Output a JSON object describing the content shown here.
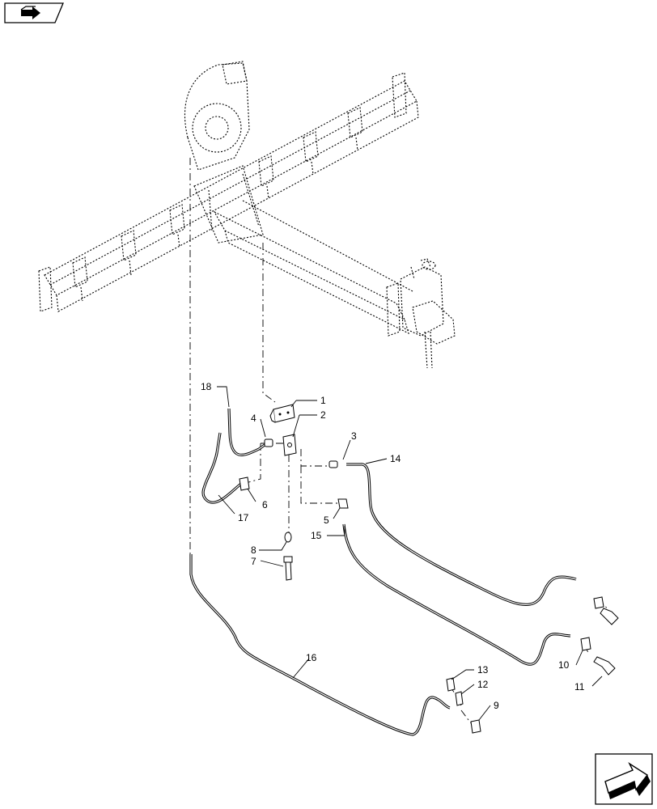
{
  "callouts": [
    {
      "id": "c1",
      "text": "1"
    },
    {
      "id": "c2",
      "text": "2"
    },
    {
      "id": "c3",
      "text": "3"
    },
    {
      "id": "c4",
      "text": "4"
    },
    {
      "id": "c5",
      "text": "5"
    },
    {
      "id": "c6",
      "text": "6"
    },
    {
      "id": "c7",
      "text": "7"
    },
    {
      "id": "c8",
      "text": "8"
    },
    {
      "id": "c9",
      "text": "9"
    },
    {
      "id": "c10",
      "text": "10"
    },
    {
      "id": "c11",
      "text": "11"
    },
    {
      "id": "c12",
      "text": "12"
    },
    {
      "id": "c13",
      "text": "13"
    },
    {
      "id": "c14",
      "text": "14"
    },
    {
      "id": "c15",
      "text": "15"
    },
    {
      "id": "c16",
      "text": "16"
    },
    {
      "id": "c17",
      "text": "17"
    },
    {
      "id": "c18",
      "text": "18"
    }
  ],
  "icons": {
    "top_left": "book-arrow-icon",
    "bottom_right": "next-page-arrow-icon"
  }
}
